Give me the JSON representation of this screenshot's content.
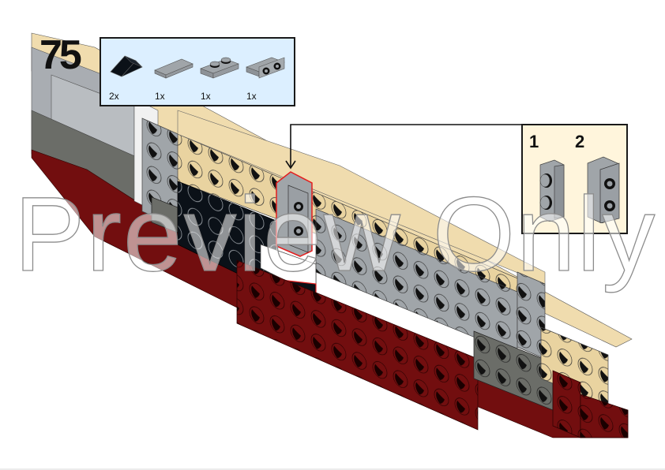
{
  "step": {
    "number": "75"
  },
  "parts_list": {
    "background": "#dcefff",
    "items": [
      {
        "name": "slope-1x2-black",
        "color": "#0b1118",
        "qty": "2x"
      },
      {
        "name": "tile-1x2-light-gray",
        "color": "#a0a5a9",
        "qty": "1x"
      },
      {
        "name": "plate-1x2-light-gray",
        "color": "#a0a5a9",
        "qty": "1x"
      },
      {
        "name": "bracket-1x2-light-gray",
        "color": "#a0a5a9",
        "qty": "1x"
      }
    ]
  },
  "sub_assembly": {
    "background": "#fff5dc",
    "steps": [
      {
        "label": "1"
      },
      {
        "label": "2"
      }
    ]
  },
  "colors": {
    "tan": "#e9d3a0",
    "dark_red": "#720e0f",
    "light_gray": "#a0a5a9",
    "dark_gray": "#6b6d68",
    "black": "#0b1118",
    "highlight": "#e41e1e"
  },
  "watermark": {
    "text": "Preview Only"
  }
}
